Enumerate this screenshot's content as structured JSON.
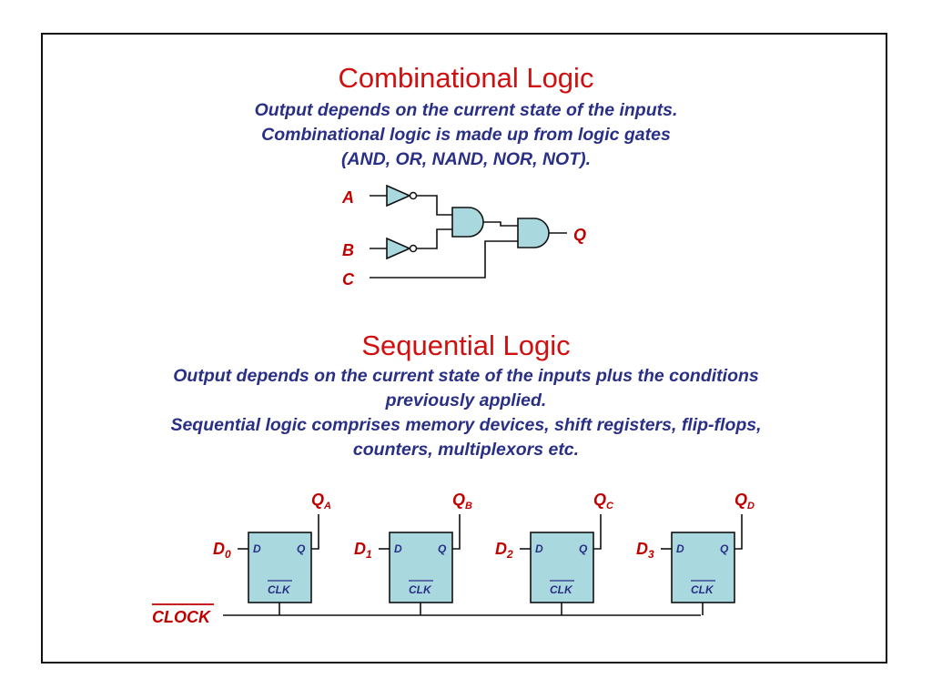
{
  "combinational": {
    "title": "Combinational Logic",
    "lines": [
      "Output depends on the current state of the inputs.",
      "Combinational logic is made up from logic gates",
      "(AND, OR, NAND, NOR, NOT)."
    ],
    "inputs": [
      "A",
      "B",
      "C"
    ],
    "output": "Q"
  },
  "sequential": {
    "title": "Sequential Logic",
    "lines": [
      "Output depends on the current state of the inputs plus the conditions",
      "previously applied.",
      "Sequential logic comprises memory devices, shift registers, flip-flops,",
      "counters, multiplexors etc."
    ],
    "clock_label": "CLOCK",
    "flipflops": [
      {
        "input": "D",
        "input_sub": "0",
        "output": "Q",
        "output_sub": "A",
        "pin_d": "D",
        "pin_q": "Q",
        "pin_clk": "CLK"
      },
      {
        "input": "D",
        "input_sub": "1",
        "output": "Q",
        "output_sub": "B",
        "pin_d": "D",
        "pin_q": "Q",
        "pin_clk": "CLK"
      },
      {
        "input": "D",
        "input_sub": "2",
        "output": "Q",
        "output_sub": "C",
        "pin_d": "D",
        "pin_q": "Q",
        "pin_clk": "CLK"
      },
      {
        "input": "D",
        "input_sub": "3",
        "output": "Q",
        "output_sub": "D",
        "pin_d": "D",
        "pin_q": "Q",
        "pin_clk": "CLK"
      }
    ]
  },
  "colors": {
    "title": "#d01010",
    "body_text": "#2a2f86",
    "signal_label": "#c00000",
    "gate_fill": "#a9d8df"
  }
}
